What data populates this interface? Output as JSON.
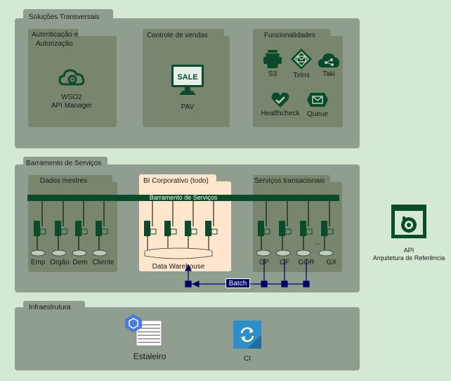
{
  "sections": {
    "transversal": {
      "title": "Soluções Transversais",
      "auth": {
        "title_line1": "Autenticação e",
        "title_line2": "Autorização",
        "item_line1": "WSO2",
        "item_line2": "API Manager"
      },
      "sales": {
        "title": "Controle de vendas",
        "sign": "SALE",
        "item": "PAV"
      },
      "features": {
        "title": "Funcionalidades",
        "items": [
          "S3",
          "Telmi",
          "Taki",
          "Healthcheck",
          "Queue"
        ]
      }
    },
    "bus": {
      "title": "Barramento de Serviços",
      "bar_label": "Barramento de Serviços",
      "master": {
        "title": "Dados mestres",
        "dbs": [
          "Emp",
          "Orgão",
          "Dem",
          "Cliente"
        ]
      },
      "bi": {
        "title": "BI Corporativo (todo)",
        "warehouse": "Data Warehouse"
      },
      "transactional": {
        "title": "Serviços transacionais",
        "dbs": [
          "GP",
          "GF",
          "GOR",
          "GX"
        ],
        "ellipsis": "..."
      },
      "batch_label": "Batch"
    },
    "infra": {
      "title": "Infraestrutura",
      "items": [
        "Estaleiro",
        "CI"
      ]
    }
  },
  "api": {
    "line1": "API",
    "line2": "Arquitetura de Referência"
  },
  "colors": {
    "background": "#d5e8d4",
    "section": "#8f9e8e",
    "panel": "#78866f",
    "dark_green": "#0b4a2a",
    "bi_panel": "#ffe6cc",
    "navy": "#000066",
    "gcp_blue": "#4a7bd8",
    "ci_blue": "#2e8fc8"
  },
  "icons": [
    "cloud-gear-icon",
    "sale-monitor-icon",
    "s3-icon",
    "telmi-icon",
    "taki-cloud-icon",
    "heart-icon",
    "queue-icon",
    "server-icon",
    "database-icon",
    "registry-icon",
    "ci-sync-icon",
    "api-icon"
  ]
}
